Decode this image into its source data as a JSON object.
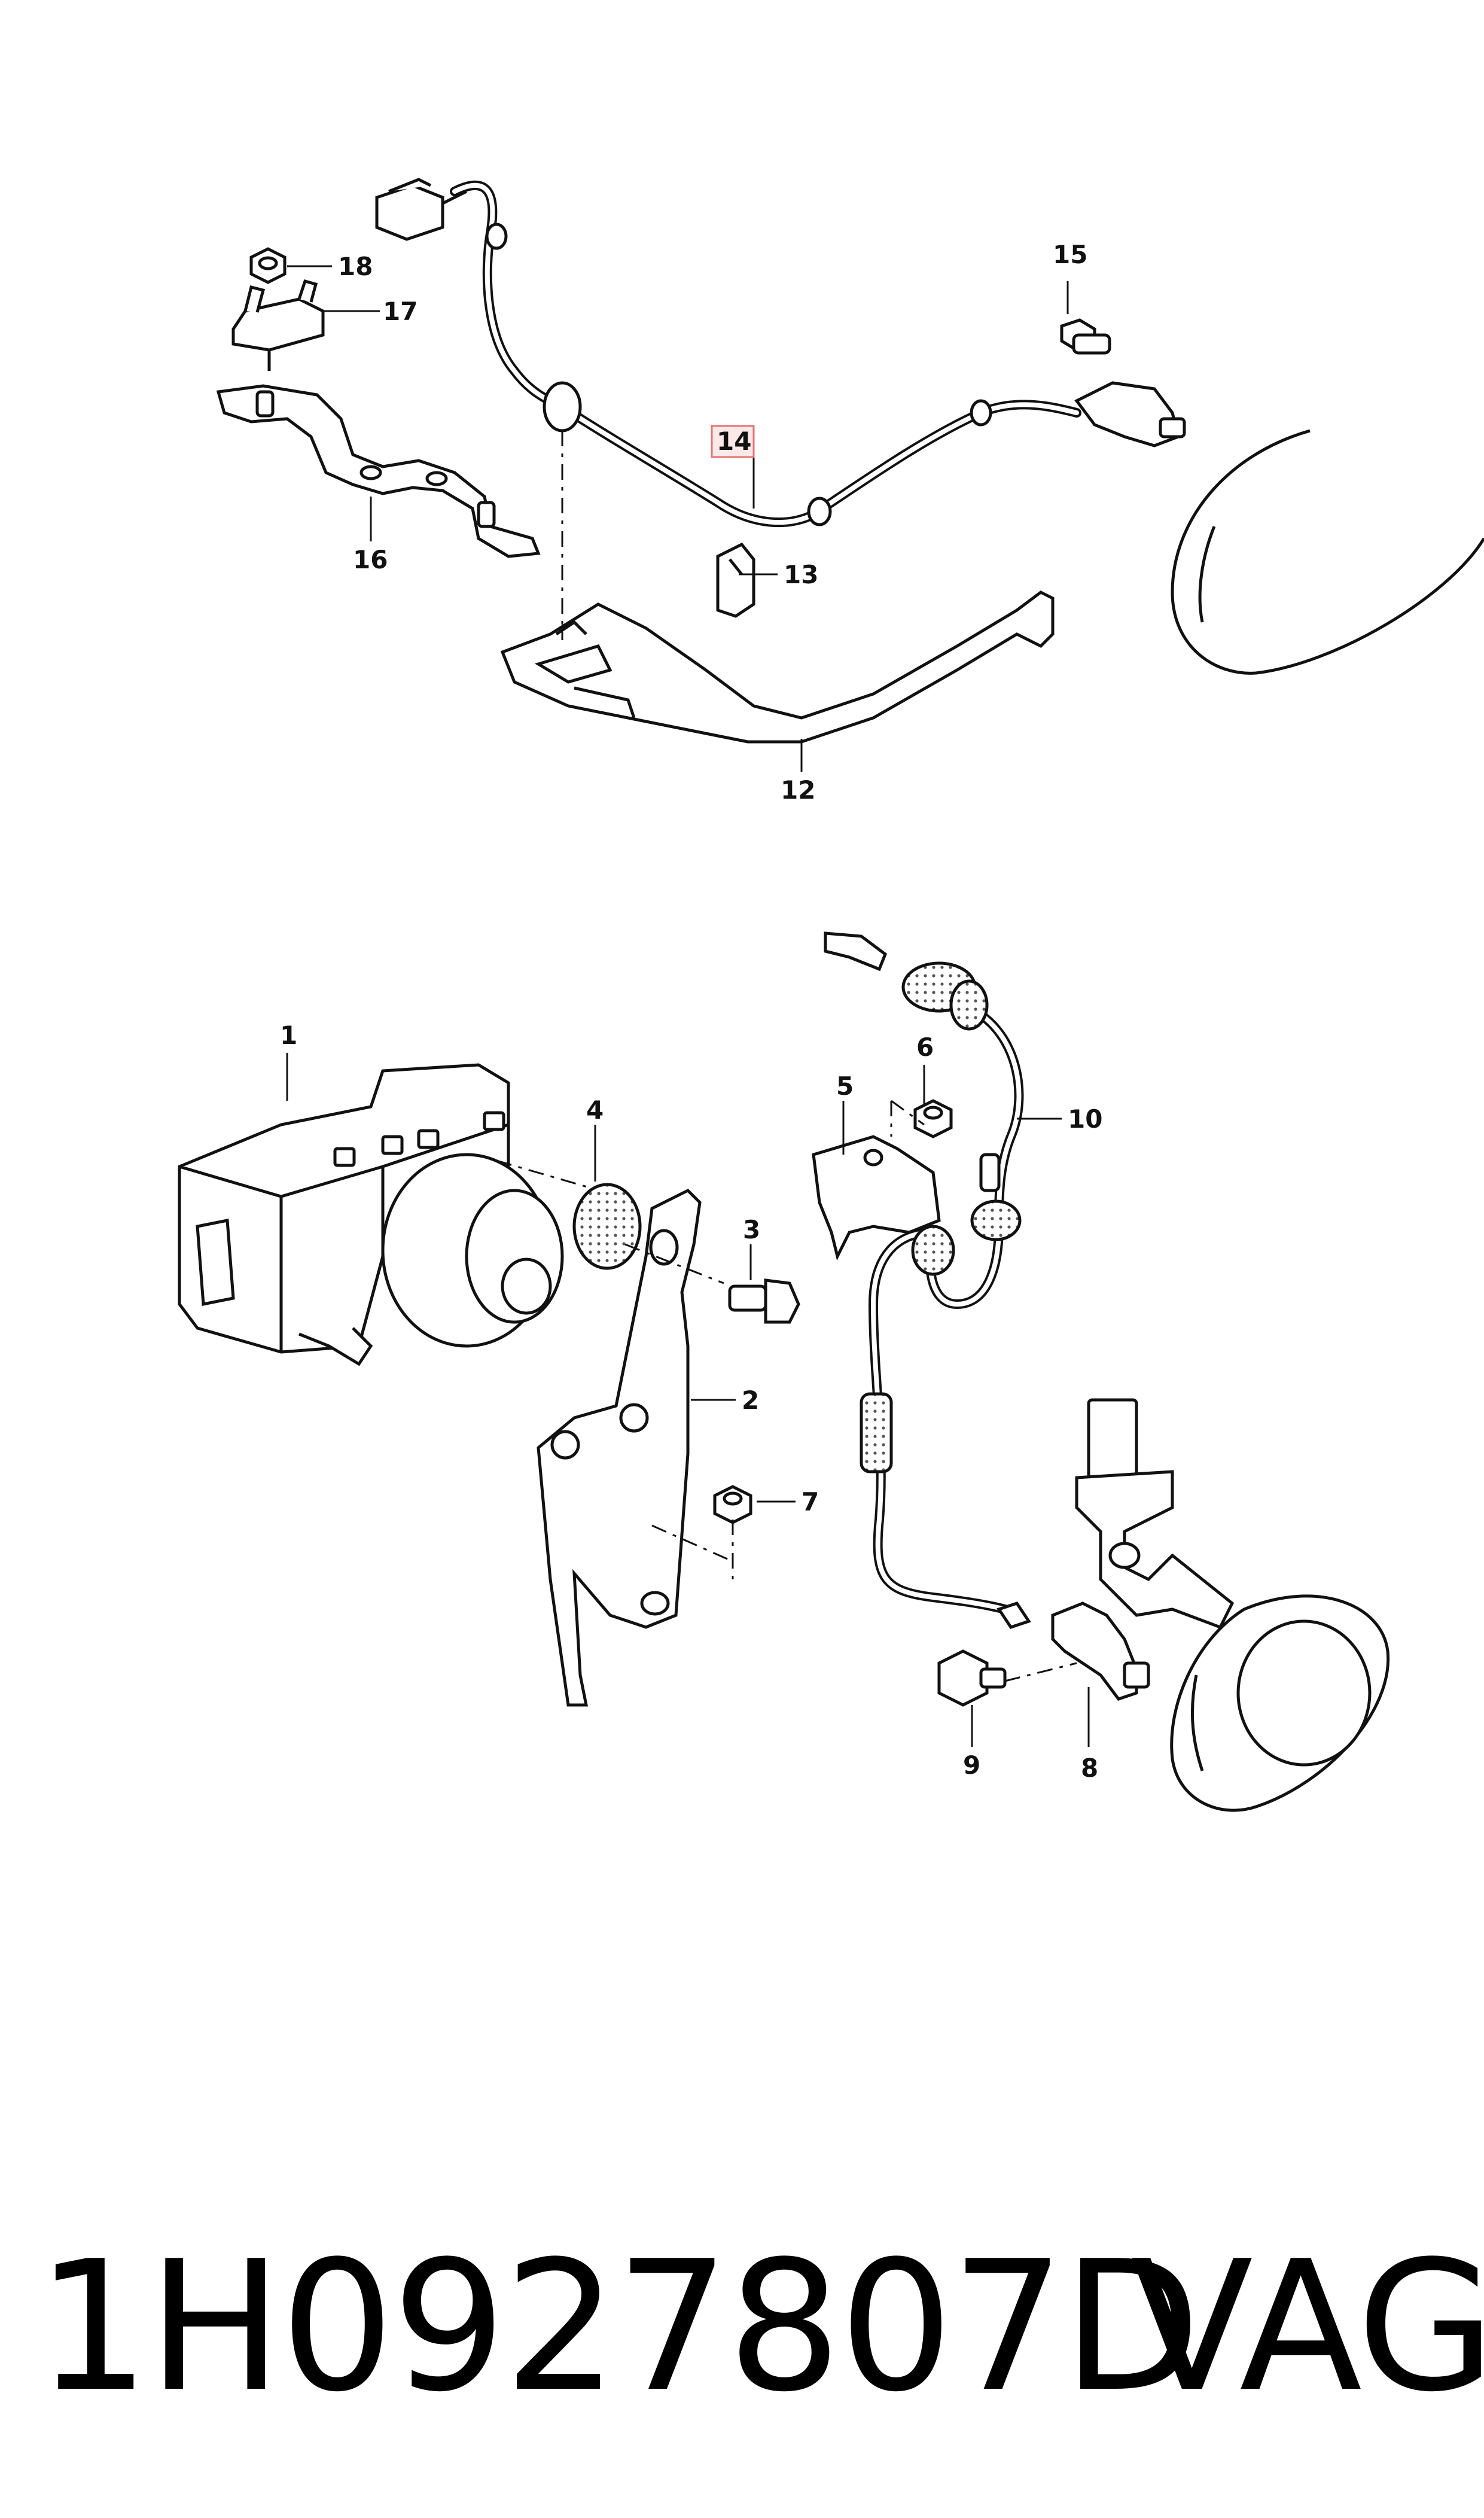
{
  "callouts": {
    "n1": "1",
    "n2": "2",
    "n3": "3",
    "n4": "4",
    "n5": "5",
    "n6": "6",
    "n7": "7",
    "n8": "8",
    "n9": "9",
    "n10": "10",
    "n12": "12",
    "n13": "13",
    "n14": "14",
    "n15": "15",
    "n16": "16",
    "n17": "17",
    "n18": "18"
  },
  "highlight": {
    "part": "14",
    "color": "#e57373"
  },
  "footer": {
    "part_number": "1H0927807D",
    "brand": "VAG"
  }
}
